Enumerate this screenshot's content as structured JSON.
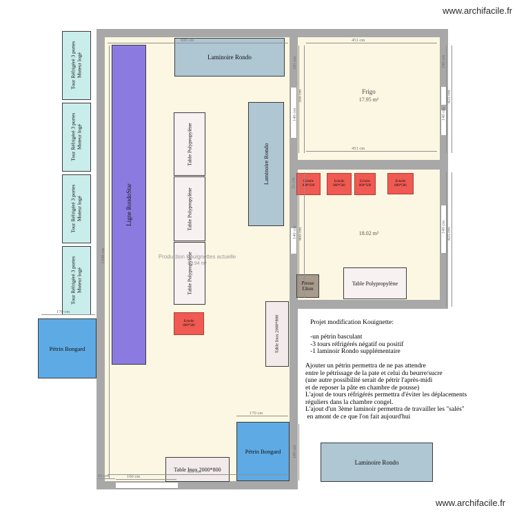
{
  "watermarks": {
    "top_right": "www.archifacile.fr",
    "bottom_right": "www.archifacile.fr"
  },
  "sidebar": {
    "tour_line1": "Tour Réfrigéré 3 portes",
    "tour_line2": "Moteur logé",
    "petrin": "Pétrin Bongard"
  },
  "main_room": {
    "name": "Production Kouignettes actuelle",
    "area": "83.94 m²",
    "laminoire_top": "Laminoire Rondo",
    "ligne": "Ligne RondoStar",
    "table_poly": "Table Polypropylène",
    "laminoire_vertical": "Laminoire Rondo",
    "table_inox_vertical": "Table Inox 2000*800",
    "petrin": "Pétrin Bongard",
    "table_inox_bottom": "Table Inox 2000*800"
  },
  "frigo": {
    "name": "Frigo",
    "area": "17.95 m²"
  },
  "middle_room": {
    "area": "18.02 m²",
    "table_poly": "Table Polypropylène",
    "presse_line1": "Presse",
    "presse_line2": "Pâton"
  },
  "echelle": {
    "line1": "Echelle",
    "line2": "800*500"
  },
  "bottom": {
    "laminoire": "Laminoire Rondo"
  },
  "project_note": "   Projet modification Kouignette:\n\n   -un pétrin basculant\n   -3 tours réfrigérés négatif ou positif\n   -1 laminoir Rondo supplémentaire\n\nAjouter un pétrin permettra de ne pas attendre\nentre le pétrissage de la pate et celui du beurre/sucre\n(une autre possibilité serait de pétrir l'après-midi\net de reposer la pâte en chambre de pousse)\nL'ajout de tours réfrigérés permettra d'éviter les déplacements\nréguliers dans la chambre congel.\nL'ajout d'un 3ème laminoir permettra de travailler les \"salés\"\n en amont de ce que l'on fait aujourd'hui",
  "dims": {
    "top_width": "600 cm",
    "bottom_width": "600 cm",
    "left_height": "1398 cm",
    "d62": "62 cm",
    "d160": "160 cm",
    "petrin_width": "170 cm",
    "petrin_height": "180 cm",
    "left_petrin_width": "170 cm",
    "frigo_top": "451 cm",
    "frigo_bottom": "451 cm",
    "frigo_left_a": "181 cm",
    "frigo_left_b": "398 cm",
    "frigo_left_c": "140 cm",
    "frigo_right_a": "190 cm",
    "frigo_right_b": "425 cm",
    "frigo_right_c": "140 cm",
    "mid_51": "51 cm",
    "mid_left_a": "140 cm",
    "mid_left_b": "400 cm",
    "mid_right_a": "140 cm",
    "mid_right_b": "425 cm"
  },
  "colors": {
    "wall": "#A8A8A8",
    "floor": "#FBF7E2",
    "laminoire": "#AFC6D3",
    "ligne": "#8B7BE1",
    "tour": "#C9EDEB",
    "petrin": "#5EAAE4",
    "echelle": "#F05A52",
    "presse": "#A89A8C"
  }
}
